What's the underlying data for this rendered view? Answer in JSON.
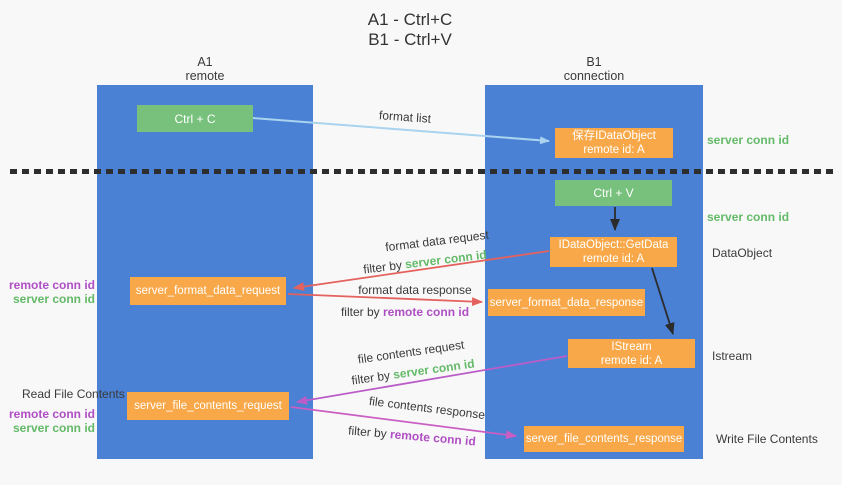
{
  "title": {
    "line1": "A1 - Ctrl+C",
    "line2": "B1 - Ctrl+V"
  },
  "lanes": {
    "a1": {
      "id": "A1",
      "role": "remote"
    },
    "b1": {
      "id": "B1",
      "role": "connection"
    }
  },
  "nodes": {
    "ctrl_c": {
      "label": "Ctrl + C"
    },
    "ctrl_v": {
      "label": "Ctrl + V"
    },
    "save_dataobject": {
      "line1": "保存IDataObject",
      "line2": "remote id: A"
    },
    "getdata": {
      "line1": "IDataObject::GetData",
      "line2": "remote id: A"
    },
    "istream": {
      "line1": "IStream",
      "line2": "remote id: A"
    },
    "format_request": {
      "label": "server_format_data_request"
    },
    "format_response": {
      "label": "server_format_data_response"
    },
    "file_request": {
      "label": "server_file_contents_request"
    },
    "file_response": {
      "label": "server_file_contents_response"
    }
  },
  "edge_labels": {
    "format_list": "format list",
    "format_data_request": "format data request",
    "format_data_response": "format data response",
    "file_contents_request": "file contents request",
    "file_contents_response": "file contents response",
    "filter_by": "filter by"
  },
  "terms": {
    "server_conn_id": "server conn id",
    "remote_conn_id": "remote conn id"
  },
  "annotations": {
    "data_object": "DataObject",
    "istream": "Istream",
    "read_file_contents": "Read File Contents",
    "write_file_contents": "Write File Contents"
  },
  "colors": {
    "lane_blue": "#4a81d4",
    "node_green": "#77c17c",
    "node_orange": "#f8a848",
    "arrow_light_blue": "#a9d3ee",
    "arrow_red": "#e4625e",
    "arrow_purple": "#bb5dc8",
    "arrow_magenta": "#ca5ec3",
    "arrow_black": "#2b2b2b",
    "term_green": "#64ba68",
    "term_purple": "#b04fc4",
    "background": "#f8f8f8"
  }
}
